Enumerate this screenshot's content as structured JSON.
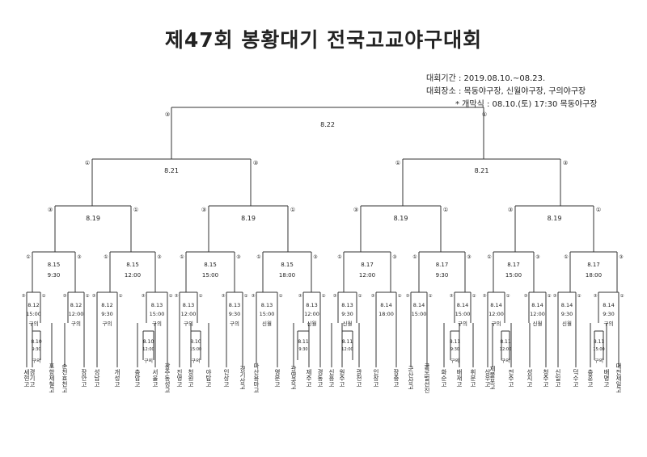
{
  "title": "제47회 봉황대기 전국고교야구대회",
  "info": {
    "period": "대회기간 : 2019.08.10.~08.23.",
    "venues": "대회장소 : 목동야구장, 신월야구장, 구의야구장",
    "opening": "* 개막식 : 08.10.(토) 17:30 목동야구장"
  },
  "rounds": {
    "final": {
      "date": "8.22",
      "left_badge": "③",
      "right_badge": "①"
    },
    "semifinals": [
      {
        "date": "8.21",
        "left_badge": "①",
        "right_badge": "③"
      },
      {
        "date": "8.21",
        "left_badge": "①",
        "right_badge": "③"
      }
    ],
    "quarterfinals": [
      {
        "date": "8.19",
        "left_badge": "③",
        "right_badge": "①"
      },
      {
        "date": "8.19",
        "left_badge": "③",
        "right_badge": "①"
      },
      {
        "date": "8.19",
        "left_badge": "③",
        "right_badge": "①"
      },
      {
        "date": "8.19",
        "left_badge": "③",
        "right_badge": "①"
      }
    ],
    "round16": [
      {
        "date": "8.15",
        "time": "9:30",
        "left_badge": "①",
        "right_badge": "③"
      },
      {
        "date": "8.15",
        "time": "12:00",
        "left_badge": "①",
        "right_badge": "③"
      },
      {
        "date": "8.15",
        "time": "15:00",
        "left_badge": "①",
        "right_badge": "③"
      },
      {
        "date": "8.15",
        "time": "18:00",
        "left_badge": "①",
        "right_badge": "③"
      },
      {
        "date": "8.17",
        "time": "12:00",
        "left_badge": "①",
        "right_badge": "③"
      },
      {
        "date": "8.17",
        "time": "9:30",
        "left_badge": "①",
        "right_badge": "③"
      },
      {
        "date": "8.17",
        "time": "15:00",
        "left_badge": "①",
        "right_badge": "③"
      },
      {
        "date": "8.17",
        "time": "18:00",
        "left_badge": "①",
        "right_badge": "③"
      }
    ],
    "round32": [
      {
        "date": "8.12",
        "time": "15:00",
        "venue": "구의"
      },
      {
        "date": "8.12",
        "time": "12:00",
        "venue": "구의"
      },
      {
        "date": "8.12",
        "time": "9:30",
        "venue": "구의"
      },
      {
        "date": "8.13",
        "time": "15:00",
        "venue": "구의"
      },
      {
        "date": "8.13",
        "time": "12:00",
        "venue": "구의"
      },
      {
        "date": "8.13",
        "time": "9:30",
        "venue": "구의"
      },
      {
        "date": "8.13",
        "time": "15:00",
        "venue": "신월"
      },
      {
        "date": "8.13",
        "time": "12:00",
        "venue": "신월"
      },
      {
        "date": "8.13",
        "time": "9:30",
        "venue": "신월"
      },
      {
        "date": "8.14",
        "time": "18:00",
        "venue": ""
      },
      {
        "date": "8.14",
        "time": "15:00",
        "venue": ""
      },
      {
        "date": "8.14",
        "time": "15:00",
        "venue": "구의"
      },
      {
        "date": "8.14",
        "time": "12:00",
        "venue": "구의"
      },
      {
        "date": "8.14",
        "time": "12:00",
        "venue": "신월"
      },
      {
        "date": "8.14",
        "time": "9:30",
        "venue": "신월"
      },
      {
        "date": "8.14",
        "time": "9:30",
        "venue": "구의"
      }
    ],
    "round64": [
      {
        "date": "8.10",
        "time": "9:30",
        "venue": "구의"
      },
      {
        "date": "8.10",
        "time": "12:00",
        "venue": "구의"
      },
      {
        "date": "8.10",
        "time": "15:00",
        "venue": "구의"
      },
      {
        "date": "8.11",
        "time": "9:30",
        "venue": ""
      },
      {
        "date": "8.11",
        "time": "12:00",
        "venue": ""
      },
      {
        "date": "8.11",
        "time": "9:30",
        "venue": "구의"
      },
      {
        "date": "8.11",
        "time": "12:00",
        "venue": "구의"
      },
      {
        "date": "8.11",
        "time": "15:00",
        "venue": "구의"
      }
    ]
  },
  "teams": [
    "세현고",
    "경기고",
    "포항제철고",
    "순천효천고",
    "장안고",
    "성남고",
    "개성고",
    "충암고",
    "서울고",
    "광주동성고",
    "진영고",
    "청원고",
    "야탑고",
    "인상고",
    "경기상고",
    "마산용마고",
    "영문고",
    "광영공고",
    "제주고",
    "경동고",
    "신흥고",
    "원주고",
    "광천고",
    "인창고",
    "장충고",
    "군산상고",
    "글로벌선진",
    "화순고",
    "배재고",
    "휘문고",
    "상우고",
    "제물포고",
    "전주고",
    "성지고",
    "청주고",
    "신일고",
    "덕수고",
    "충훈고",
    "배명고",
    "대전제일고"
  ]
}
